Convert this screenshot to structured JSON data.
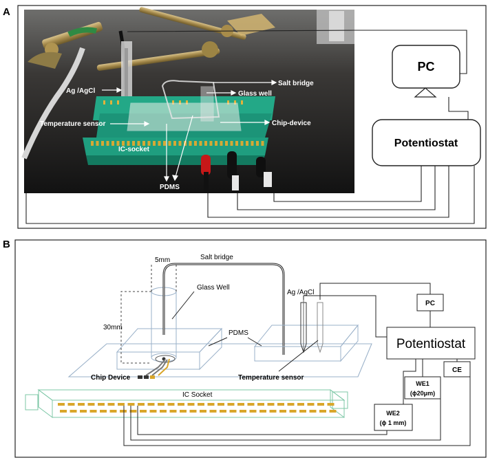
{
  "panel_a": {
    "label": "A",
    "photo_labels": {
      "ag_agcl": "Ag /AgCl",
      "salt_bridge": "Salt bridge",
      "glass_well": "Glass well",
      "temperature_sensor": "Temperature sensor",
      "chip_device": "Chip-device",
      "ic_socket": "IC-socket",
      "pdms": "PDMS"
    },
    "pc": "PC",
    "potentiostat": "Potentiostat"
  },
  "panel_b": {
    "label": "B",
    "dim_5mm": "5mm",
    "dim_30mm": "30mm",
    "salt_bridge": "Salt bridge",
    "glass_well": "Glass Well",
    "ag_agcl": "Ag /AgCl",
    "pdms": "PDMS",
    "chip_device": "Chip Device",
    "temperature_sensor": "Temperature sensor",
    "ic_socket": "IC Socket",
    "pc": "PC",
    "potentiostat": "Potentiostat",
    "ce": "CE",
    "we1": "WE1",
    "we1_size": "(ϕ20μm)",
    "we2": "WE2",
    "we2_size": "(ϕ 1 mm)"
  },
  "colors": {
    "socket_green": "#1a9c7c",
    "pin_gold": "#d9a62a",
    "device_outline": "#9ab1c9",
    "socket_outline": "#7cc7a6"
  }
}
